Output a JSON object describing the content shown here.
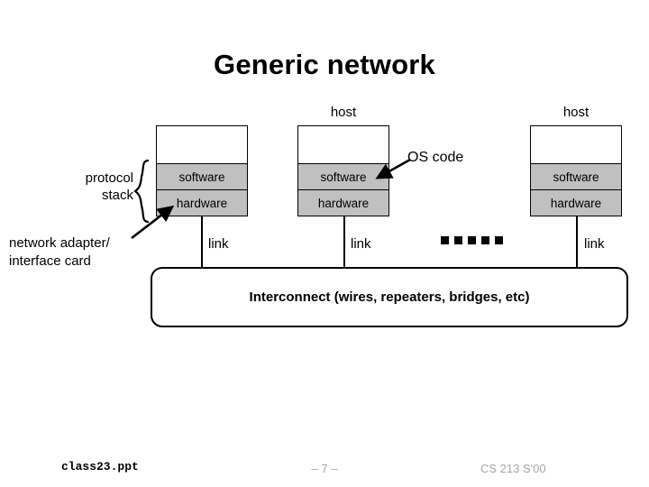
{
  "slide": {
    "title": "Generic network"
  },
  "hosts": [
    {
      "label": "",
      "software": "software",
      "hardware": "hardware",
      "link": "link"
    },
    {
      "label": "host",
      "software": "software",
      "hardware": "hardware",
      "link": "link"
    },
    {
      "label": "host",
      "software": "software",
      "hardware": "hardware",
      "link": "link"
    }
  ],
  "annotations": {
    "protocol_stack": "protocol\nstack",
    "protocol_stack_line1": "protocol",
    "protocol_stack_line2": "stack",
    "adapter_line1": "network adapter/",
    "adapter_line2": "interface card",
    "os_code": "OS code",
    "ellipsis_dot_count": 5
  },
  "interconnect": {
    "label": "Interconnect (wires, repeaters, bridges, etc)"
  },
  "footer": {
    "file": "class23.ppt",
    "page": "– 7 –",
    "course": "CS 213 S'00"
  },
  "colors": {
    "band_gray": "#c0c0c0",
    "shadow_gray": "#808080",
    "footer_gray": "#a6a6a6",
    "ink": "#000000",
    "background": "#ffffff"
  }
}
